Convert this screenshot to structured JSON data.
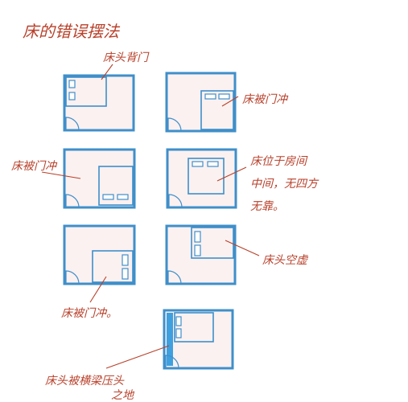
{
  "title": "床的错误摆法",
  "labels": {
    "d1": "床头背门",
    "d2": "床被门冲",
    "d3": "床被门冲",
    "d4a": "床位于房间",
    "d4b": "中间，无四方",
    "d4c": "无靠。",
    "d6": "床头空虚",
    "d5": "床被门冲。",
    "d7a": "床头被横梁压头",
    "d7b": "之地"
  },
  "colors": {
    "wall": "#3f8fca",
    "floor": "#fbf1f0",
    "ink": "#b8402a",
    "beam": "#3fa0e0"
  }
}
